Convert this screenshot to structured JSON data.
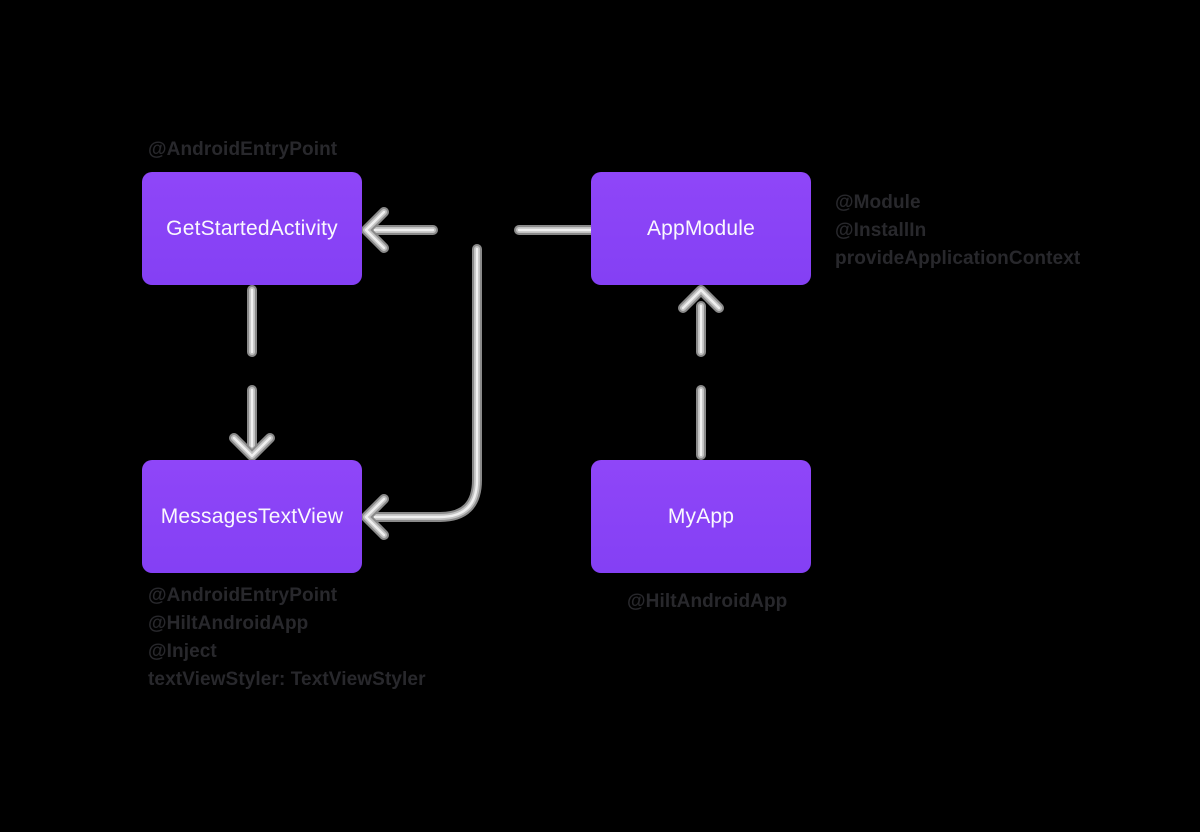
{
  "colors": {
    "background": "#000000",
    "node_fill": "#8F46F8",
    "node_fill_bottom": "#8440F4",
    "node_text": "#FAF8FE",
    "annotation_text": "#28282C",
    "arrow_dark": "#8A8A8A",
    "arrow_mid": "#C2C2C2",
    "arrow_light": "#EFEFEF"
  },
  "nodes": [
    {
      "id": "get-started-activity",
      "label": "GetStartedActivity"
    },
    {
      "id": "app-module",
      "label": "AppModule"
    },
    {
      "id": "messages-text-view",
      "label": "MessagesTextView"
    },
    {
      "id": "my-app",
      "label": "MyApp"
    }
  ],
  "annotations": {
    "get_started_activity": [
      "@AndroidEntryPoint"
    ],
    "app_module": [
      "@Module",
      "@InstallIn",
      "provideApplicationContext"
    ],
    "messages_text_view": [
      "@AndroidEntryPoint",
      "@HiltAndroidApp",
      "@Inject",
      "textViewStyler: TextViewStyler"
    ],
    "my_app": [
      "@HiltAndroidApp"
    ]
  },
  "edges": [
    {
      "from": "AppModule",
      "to": "GetStartedActivity"
    },
    {
      "from": "AppModule",
      "to": "MessagesTextView"
    },
    {
      "from": "GetStartedActivity",
      "to": "MessagesTextView"
    },
    {
      "from": "MyApp",
      "to": "AppModule"
    }
  ]
}
